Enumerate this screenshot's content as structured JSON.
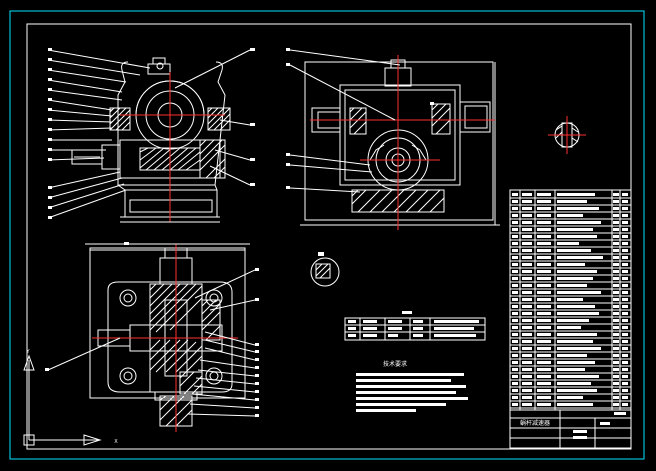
{
  "drawing": {
    "title_block_label": "蜗杆减速器",
    "notes_heading": "技术要求",
    "colors": {
      "background": "#000000",
      "lines": "#ffffff",
      "frame": "#00e5ff",
      "centerline": "#ff3030"
    }
  },
  "ucs": {
    "x_label": "X",
    "y_label": "Y"
  }
}
